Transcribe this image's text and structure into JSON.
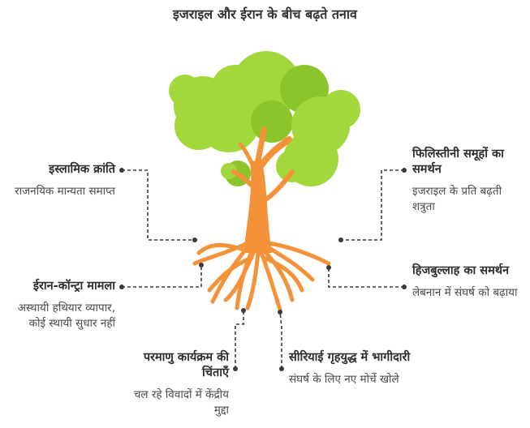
{
  "title": "इजराइल और ईरान के बीच बढ़ते तनाव",
  "colors": {
    "foliage": "#a2d83b",
    "foliage_dark": "#8cc42c",
    "trunk": "#f4923a",
    "connector": "#3a3a3a"
  },
  "items": {
    "islamic_revolution": {
      "heading": "इस्लामिक क्रांति",
      "description": "राजनयिक मान्यता समाप्त"
    },
    "iran_contra": {
      "heading": "ईरान-कॉन्ट्रा मामला",
      "description": "अस्थायी हथियार व्यापार, कोई स्थायी सुधार नहीं"
    },
    "nuclear_program": {
      "heading": "परमाणु कार्यक्रम की चिंताएँ",
      "description": "चल रहे विवादों में केंद्रीय मुद्दा"
    },
    "palestinian_support": {
      "heading": "फिलिस्तीनी समूहों का समर्थन",
      "description": "इजराइल के प्रति बढ़ती शत्रुता"
    },
    "hezbollah_support": {
      "heading": "हिजबुल्लाह का समर्थन",
      "description": "लेबनान में संघर्ष को बढ़ाया"
    },
    "syria_civil_war": {
      "heading": "सीरियाई गृहयुद्ध में भागीदारी",
      "description": "संघर्ष के लिए नए मोर्चे खोले"
    }
  }
}
